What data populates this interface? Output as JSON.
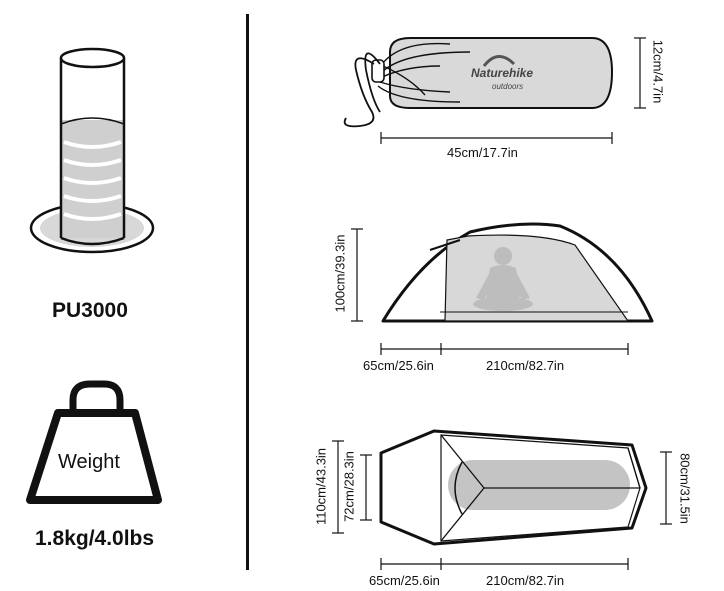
{
  "left_panel": {
    "waterproof_label": "PU3000",
    "weight_icon_text": "Weight",
    "weight_value": "1.8kg/4.0lbs"
  },
  "packed": {
    "brand": "Naturehike",
    "brand_tagline": "outdoors",
    "length": "45cm/17.7in",
    "diameter": "12cm/4.7in"
  },
  "side_view": {
    "height": "100cm/39.3in",
    "vestibule": "65cm/25.6in",
    "inner_length": "210cm/82.7in"
  },
  "top_view": {
    "outer_head_width": "110cm/43.3in",
    "inner_head_width": "72cm/28.3in",
    "foot_width": "80cm/31.5in",
    "vestibule": "65cm/25.6in",
    "inner_length": "210cm/82.7in"
  },
  "colors": {
    "outline": "#111111",
    "fill_gray": "#d4d4d4",
    "figure_gray": "#bdbdbd"
  }
}
